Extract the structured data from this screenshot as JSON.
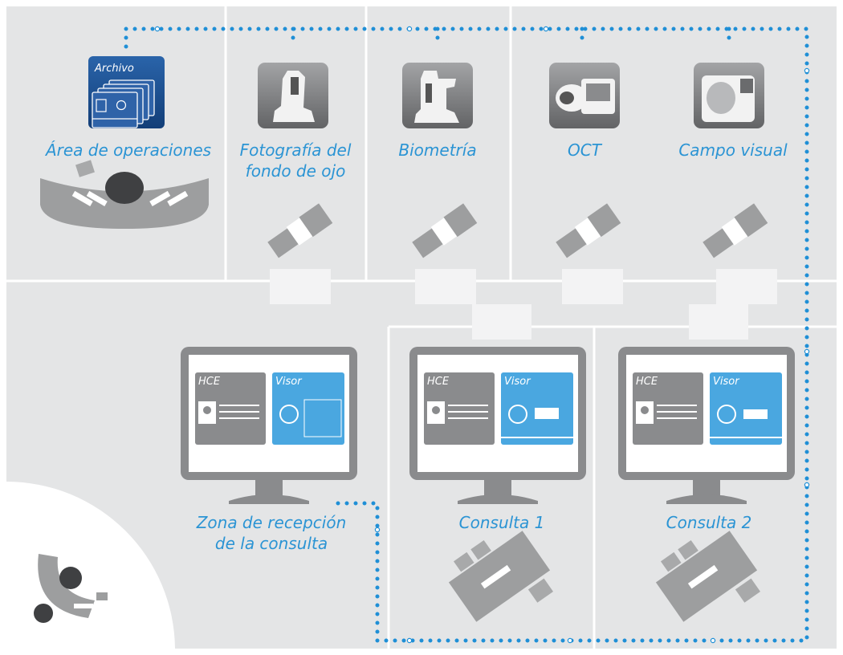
{
  "rooms": {
    "operating_area": "Área de operaciones",
    "fundus": [
      "Fotografía del",
      "fondo de ojo"
    ],
    "biometry": "Biometría",
    "oct": "OCT",
    "visual_field": "Campo visual",
    "reception": [
      "Zona de recepción",
      "de la consulta"
    ],
    "consult_1": "Consulta 1",
    "consult_2": "Consulta 2"
  },
  "archive_label": "Archivo",
  "monitors": [
    {
      "ehr_label": "HCE",
      "viewer_label": "Visor"
    },
    {
      "ehr_label": "HCE",
      "viewer_label": "Visor"
    },
    {
      "ehr_label": "HCE",
      "viewer_label": "Visor"
    }
  ],
  "colors": {
    "floor": "#e4e5e6",
    "wall": "#ffffff",
    "network": "#1f8fd6",
    "label": "#2b94d4",
    "archive": "#1c4c8c",
    "device_gray": "#7a7b7d",
    "viewer_blue": "#4aa7e0"
  }
}
